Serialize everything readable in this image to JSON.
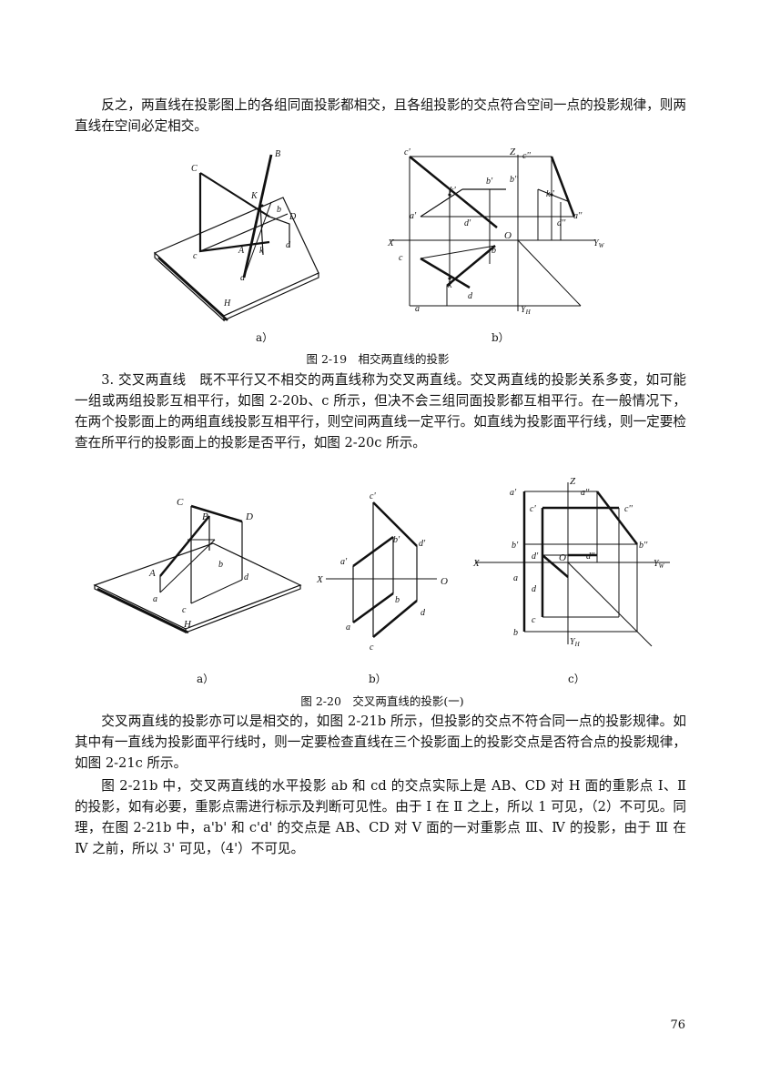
{
  "paragraph1": "反之，两直线在投影图上的各组同面投影都相交，且各组投影的交点符合空间一点的投影规律，则两直线在空间必定相交。",
  "fig19": {
    "caption": "图 2-19　相交两直线的投影",
    "sub_a": "a）",
    "sub_b": "b）",
    "labels_a": {
      "B": "B",
      "C": "C",
      "K": "K",
      "b": "b",
      "D": "D",
      "c": "c",
      "A": "A",
      "k": "k",
      "d": "d",
      "a": "a",
      "H": "H"
    },
    "labels_b": {
      "c1": "c'",
      "Z": "Z",
      "c2": "c''",
      "b1": "b'",
      "b2": "b''",
      "k1": "k'",
      "k2": "k''",
      "a1": "a'",
      "d1": "d'",
      "a2": "a''",
      "d2": "d''",
      "X": "X",
      "O": "O",
      "b": "b",
      "YW": "Y",
      "YWsub": "W",
      "c": "c",
      "k": "k",
      "d": "d",
      "a": "a",
      "YH": "Y",
      "YHsub": "H"
    }
  },
  "paragraph2": "3. 交叉两直线　既不平行又不相交的两直线称为交叉两直线。交叉两直线的投影关系多变，如可能一组或两组投影互相平行，如图 2-20b、c 所示，但决不会三组同面投影都互相平行。在一般情况下，在两个投影面上的两组直线投影互相平行，则空间两直线一定平行。如直线为投影面平行线，则一定要检查在所平行的投影面上的投影是否平行，如图 2-20c 所示。",
  "fig20": {
    "caption": "图 2-20　交叉两直线的投影(一)",
    "sub_a": "a）",
    "sub_b": "b）",
    "sub_c": "c）",
    "labels_a": {
      "C": "C",
      "B": "B",
      "D": "D",
      "A": "A",
      "b": "b",
      "d": "d",
      "a": "a",
      "c": "c",
      "H": "H"
    },
    "labels_b": {
      "c1": "c'",
      "b1": "b'",
      "d1": "d'",
      "a1": "a'",
      "X": "X",
      "O": "O",
      "b": "b",
      "d": "d",
      "a": "a",
      "c": "c"
    },
    "labels_c": {
      "a1": "a'",
      "Z": "Z",
      "a2": "a''",
      "c1": "c'",
      "c2": "c''",
      "b1": "b'",
      "b2": "b''",
      "d1": "d'",
      "O": "O",
      "d2": "d''",
      "X": "X",
      "YW": "Y",
      "YWsub": "W",
      "a": "a",
      "d": "d",
      "c": "c",
      "b": "b",
      "YH": "Y",
      "YHsub": "H"
    }
  },
  "paragraph3": "交叉两直线的投影亦可以是相交的，如图 2-21b 所示，但投影的交点不符合同一点的投影规律。如其中有一直线为投影面平行线时，则一定要检查直线在三个投影面上的投影交点是否符合点的投影规律，如图 2-21c 所示。",
  "paragraph4": "图 2-21b 中，交叉两直线的水平投影 ab 和 cd 的交点实际上是 AB、CD 对 H 面的重影点 Ⅰ、Ⅱ 的投影，如有必要，重影点需进行标示及判断可见性。由于 Ⅰ 在 Ⅱ 之上，所以 1 可见，（2）不可见。同理，在图 2-21b 中，a'b' 和 c'd' 的交点是 AB、CD 对 V 面的一对重影点 Ⅲ、Ⅳ 的投影，由于 Ⅲ 在 Ⅳ 之前，所以 3' 可见，（4'）不可见。",
  "page_number": "76"
}
